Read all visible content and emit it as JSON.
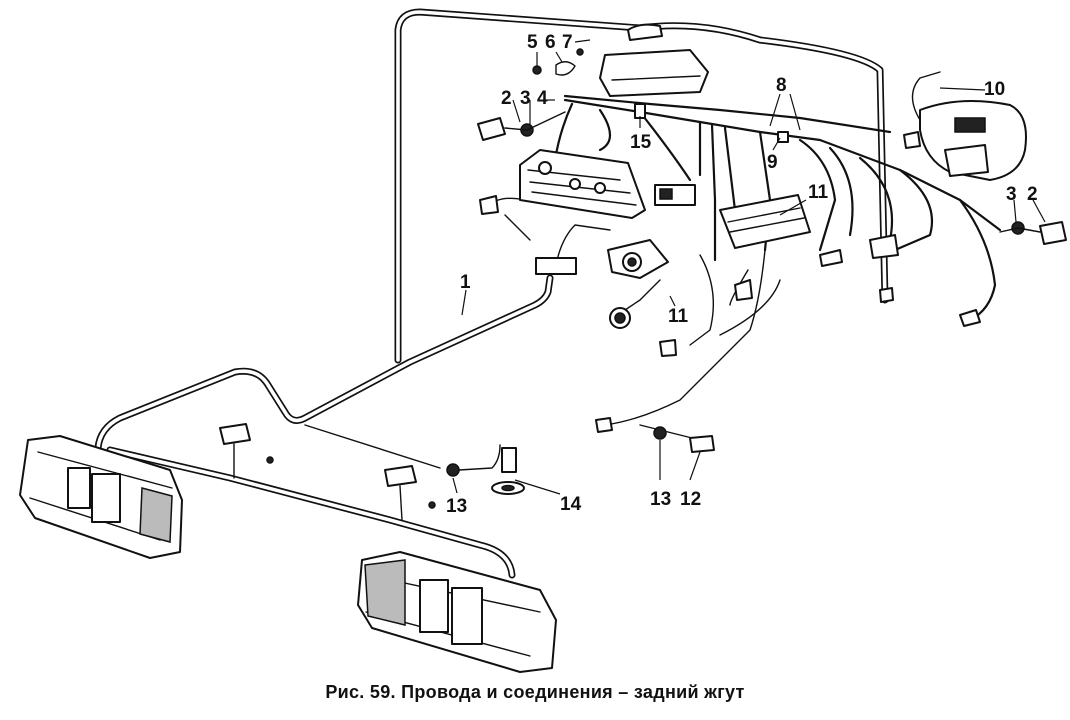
{
  "figure": {
    "caption": "Рис. 59. Провода и соединения – задний жгут"
  },
  "callouts": {
    "c1": "1",
    "c2_left": "2",
    "c3_left": "3",
    "c4": "4",
    "c5": "5",
    "c6": "6",
    "c7": "7",
    "c8": "8",
    "c9": "9",
    "c10": "10",
    "c11_upper": "11",
    "c11_lower": "11",
    "c12": "12",
    "c13_center": "13",
    "c13_right": "13",
    "c14": "14",
    "c15": "15",
    "c3_right": "3",
    "c2_right": "2"
  }
}
